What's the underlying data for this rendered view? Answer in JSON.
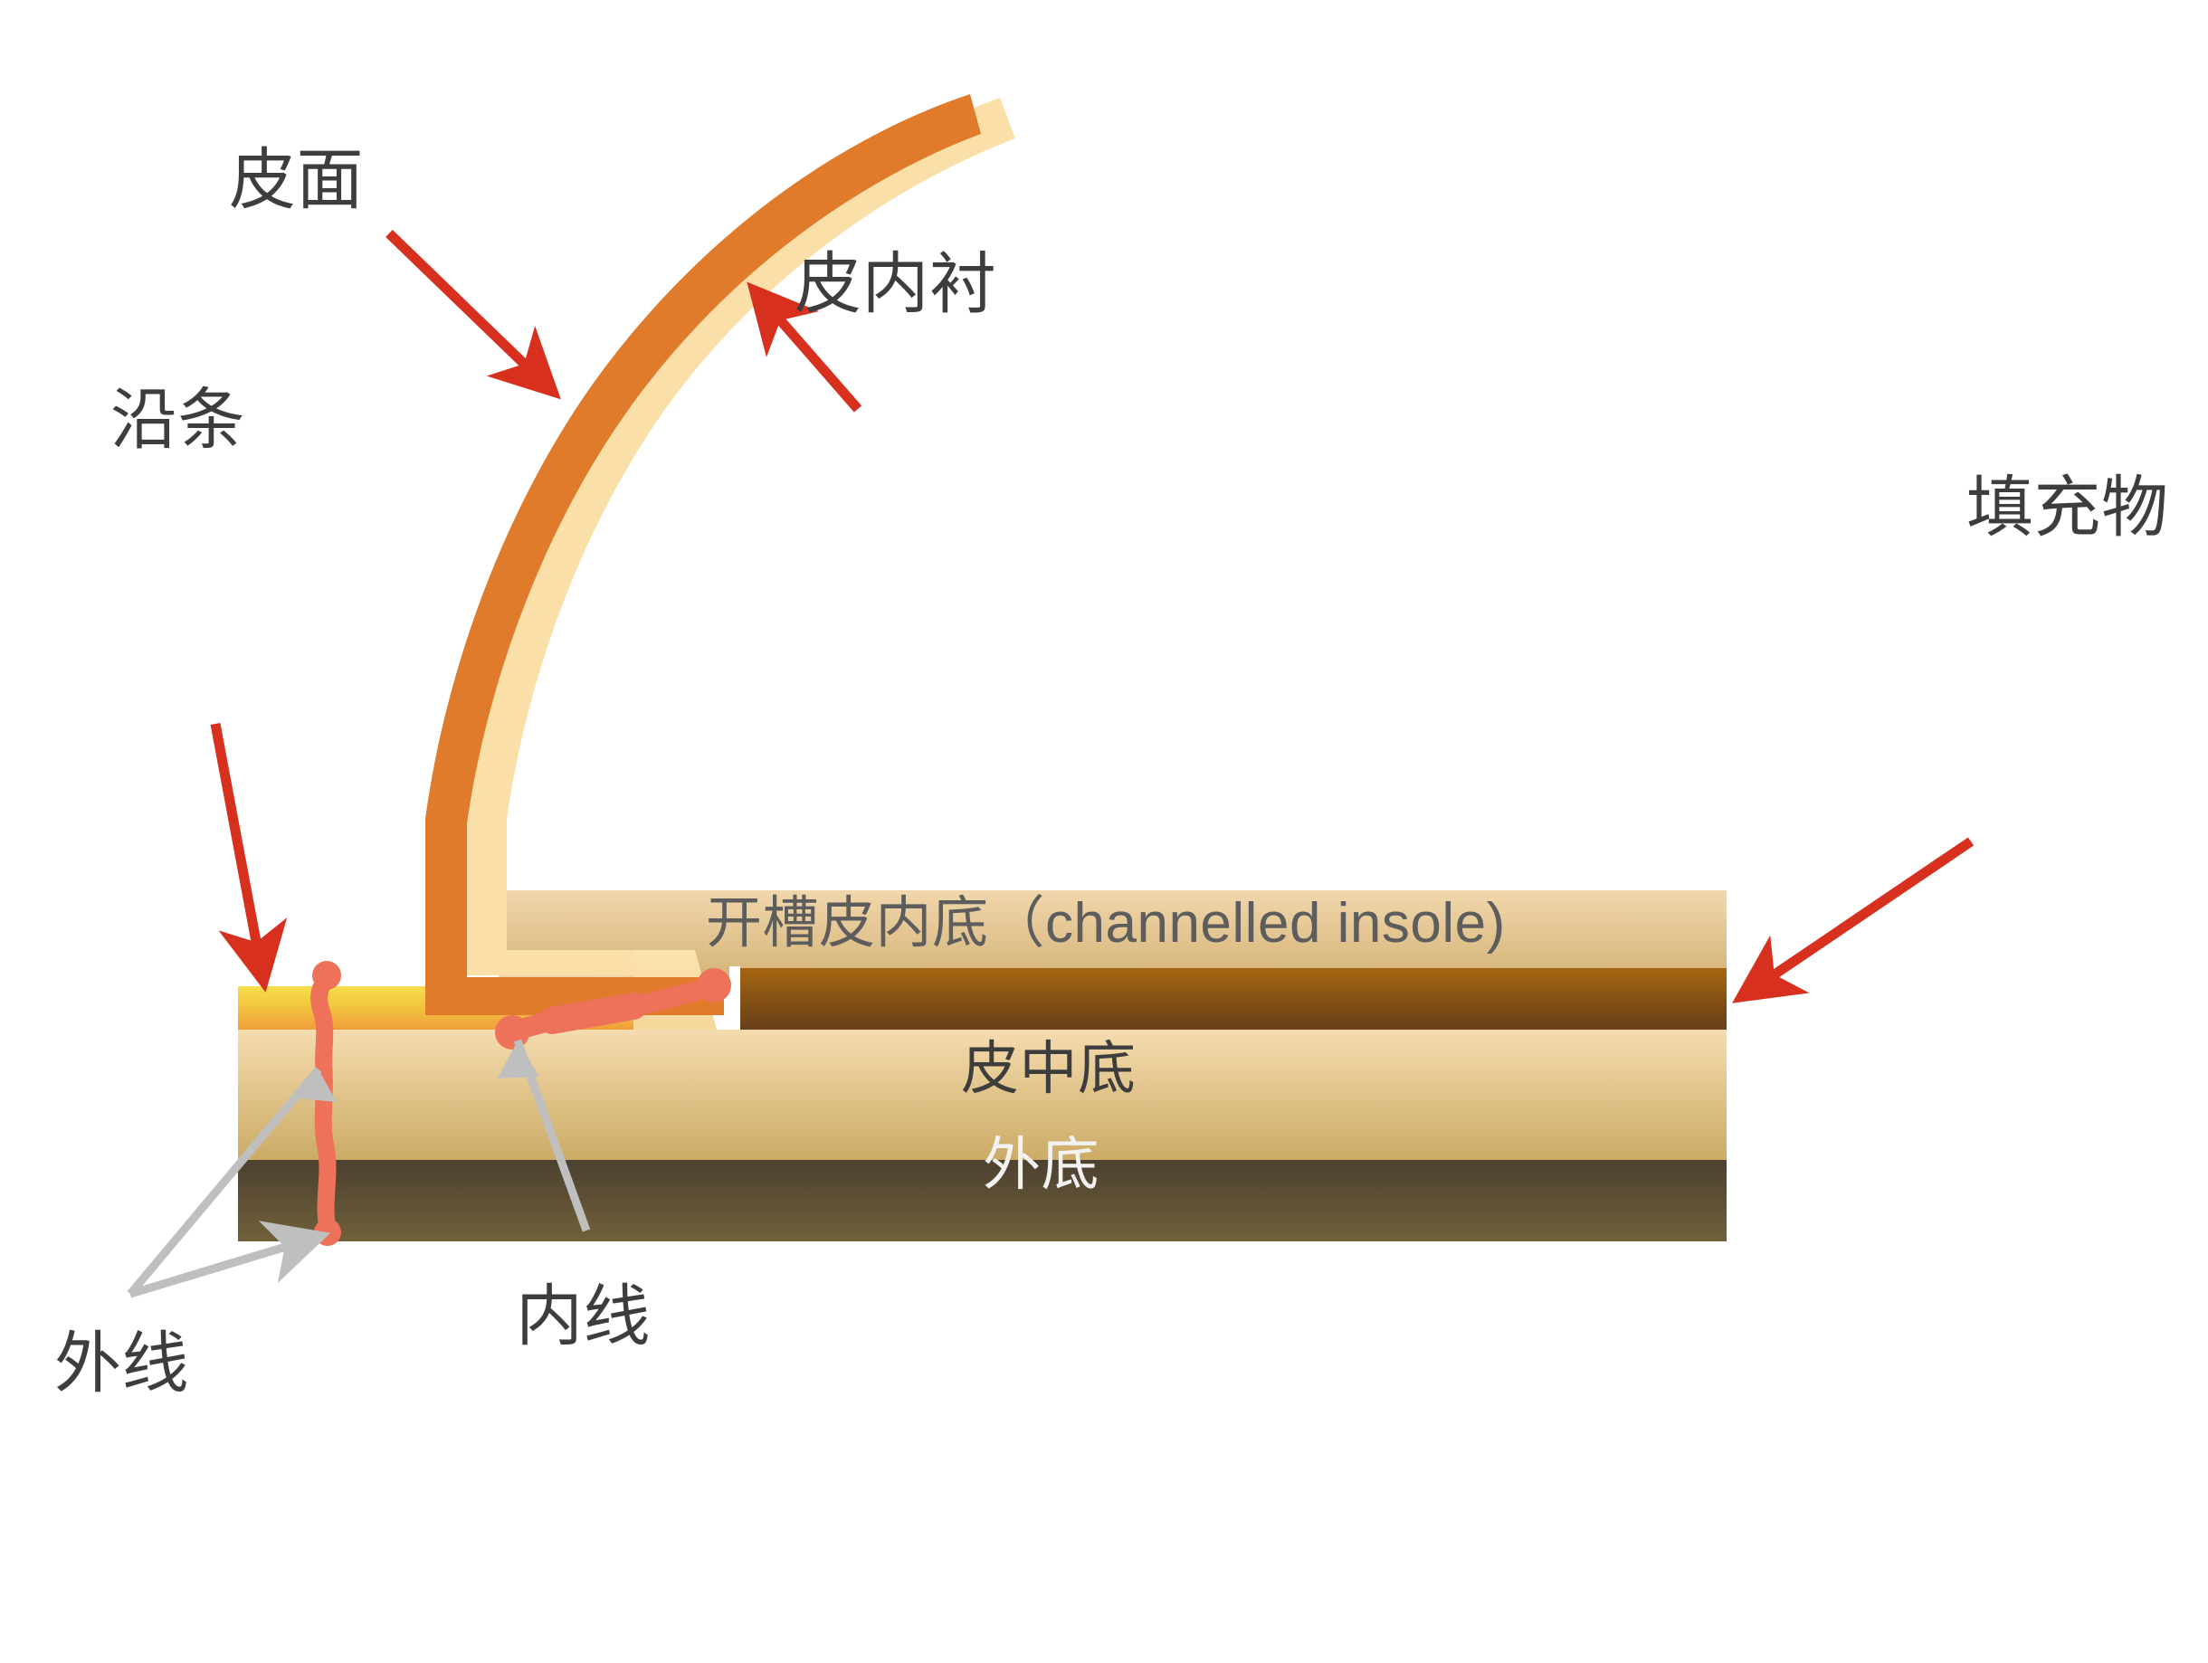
{
  "diagram": {
    "title": "Goodyear welted shoe construction cross-section",
    "background": "#ffffff",
    "labels": {
      "upper": "皮面",
      "lining": "皮内衬",
      "welt": "沿条",
      "filler": "填充物",
      "insole": "开槽皮内底（channelled insole)",
      "midsole": "皮中底",
      "outsole": "外底",
      "outseam": "外线",
      "inseam": "内线"
    },
    "colors": {
      "upper_leather": "#E07B2C",
      "lining_leather": "#FADFA8",
      "welt_gold_top": "#F3D53F",
      "welt_gold_bottom": "#F0A13E",
      "insole_light_top": "#EFD3A3",
      "insole_light_bottom": "#D2B274",
      "filler_brown_top": "#9E5F14",
      "filler_brown_bottom": "#6B4216",
      "midsole_top": "#F3D9AA",
      "midsole_bottom": "#CFAE6A",
      "outsole_top": "#4F4330",
      "outsole_bottom": "#6E6036",
      "stitch_thread": "#EE7259",
      "arrow_red": "#D7301F",
      "arrow_gray": "#BFBFBF",
      "text_dark": "#3d3d3d",
      "text_white": "#f2f2f2",
      "text_slate": "#5d5d5d"
    },
    "layers": [
      {
        "name": "开槽皮内底（channelled insole)",
        "role": "channelled-insole"
      },
      {
        "name": "填充物",
        "role": "filler"
      },
      {
        "name": "皮中底",
        "role": "midsole"
      },
      {
        "name": "外底",
        "role": "outsole"
      }
    ],
    "callouts": [
      {
        "label": "皮面",
        "arrow": "red",
        "target": "upper-leather-curve"
      },
      {
        "label": "皮内衬",
        "arrow": "red",
        "target": "lining-leather-curve"
      },
      {
        "label": "沿条",
        "arrow": "red",
        "target": "welt-strip"
      },
      {
        "label": "填充物",
        "arrow": "red",
        "target": "filler-band"
      },
      {
        "label": "外线",
        "arrow": "gray",
        "target": "outseam-thread"
      },
      {
        "label": "内线",
        "arrow": "gray",
        "target": "inseam-thread"
      }
    ]
  }
}
